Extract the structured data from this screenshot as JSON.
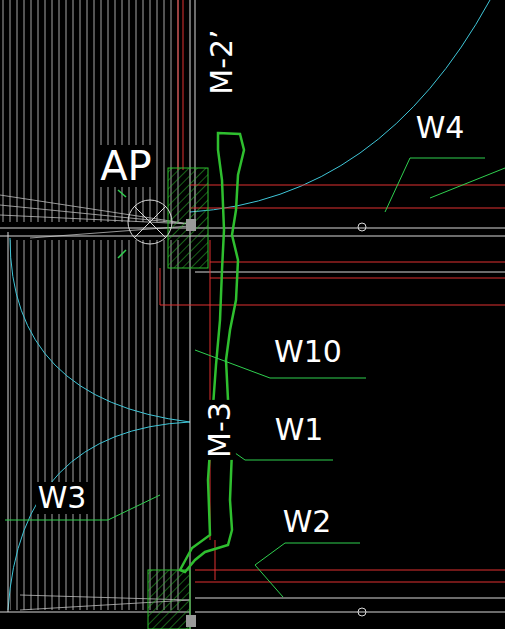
{
  "diagram": {
    "labels": [
      "M-2’",
      "AP",
      "W4",
      "W10",
      "W1",
      "M-3",
      "W2",
      "W3"
    ]
  }
}
